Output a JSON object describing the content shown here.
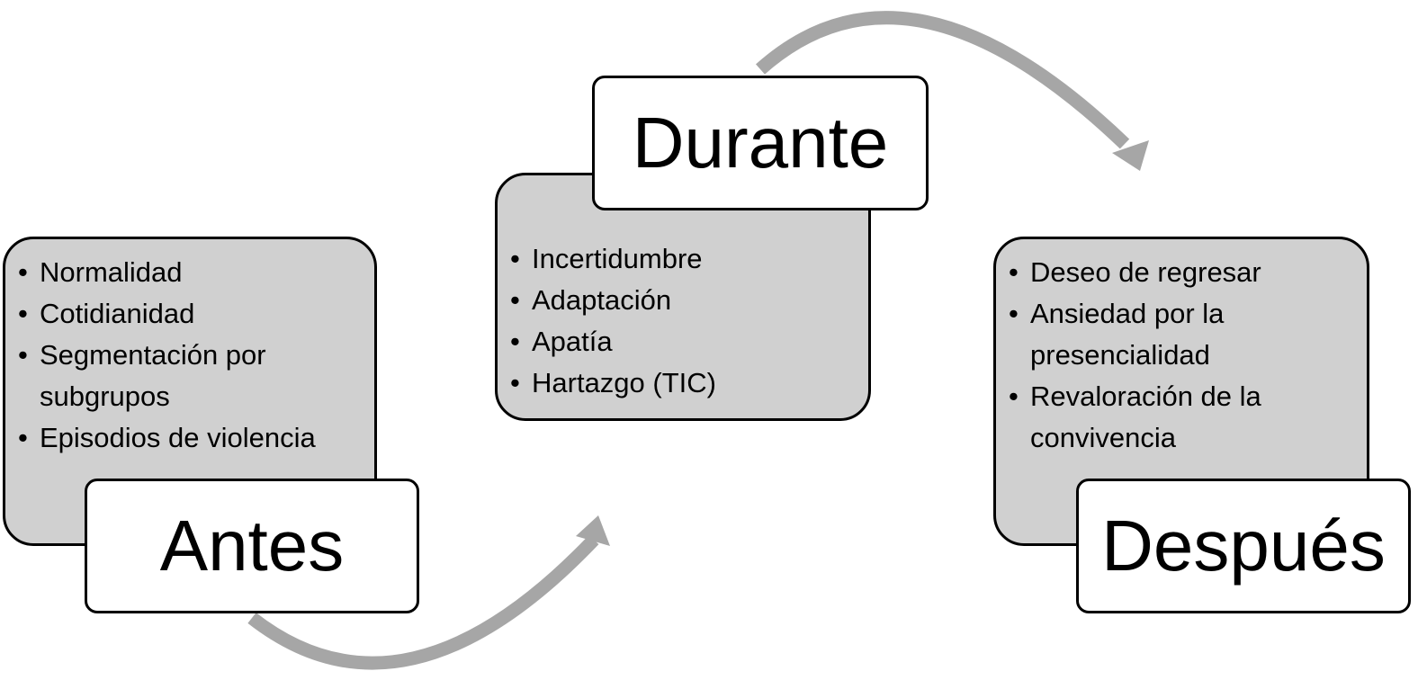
{
  "colors": {
    "panel_fill": "#d0d0d0",
    "title_fill": "#ffffff",
    "arrow": "#a6a6a6",
    "outline": "#000000"
  },
  "stages": [
    {
      "title": "Antes",
      "items": [
        "Normalidad",
        "Cotidianidad",
        "Segmentación por",
        "subgrupos",
        "Episodios de violencia"
      ]
    },
    {
      "title": "Durante",
      "items": [
        "Incertidumbre",
        "Adaptación",
        "Apatía",
        "Hartazgo (TIC)"
      ]
    },
    {
      "title": "Después",
      "items": [
        "Deseo de regresar",
        "Ansiedad por la",
        "presencialidad",
        "Revaloración de la",
        "convivencia"
      ]
    }
  ]
}
